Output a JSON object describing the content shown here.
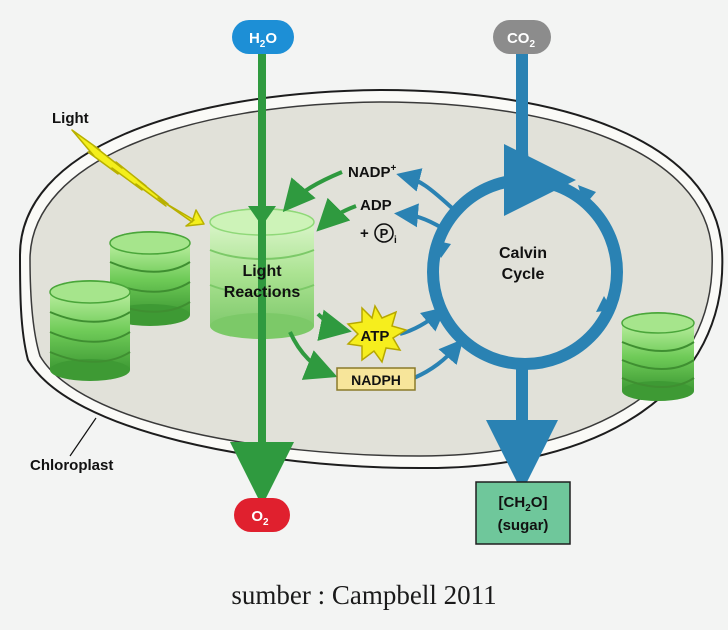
{
  "diagram": {
    "inputs": {
      "water": {
        "main": "H",
        "sub": "2",
        "tail": "O"
      },
      "carbon_dioxide": {
        "main": "CO",
        "sub": "2",
        "tail": ""
      }
    },
    "outputs": {
      "oxygen": {
        "main": "O",
        "sub": "2",
        "tail": ""
      },
      "sugar": {
        "line1_pre": "[CH",
        "line1_sub": "2",
        "line1_post": "O]",
        "line2": "(sugar)"
      }
    },
    "labels": {
      "light": "Light",
      "chloroplast": "Chloroplast",
      "light_reactions_line1": "Light",
      "light_reactions_line2": "Reactions",
      "calvin_line1": "Calvin",
      "calvin_line2": "Cycle",
      "nadp_plus": {
        "main": "NADP",
        "sup": "+"
      },
      "adp": "ADP",
      "pi": {
        "prefix": "+",
        "letter": "P",
        "sub": "i"
      },
      "atp": "ATP",
      "nadph": "NADPH"
    },
    "colors": {
      "green_arrow": "#2f9a3f",
      "blue_arrow": "#2a82b3",
      "chloroplast_fill": "#e1e1d9",
      "thylakoid_green": "#7ed36b",
      "water_node": "#1d8fd6",
      "co2_node": "#8c8c8c",
      "oxygen_node": "#e0202e",
      "atp_burst": "#f6ee1d",
      "nadph_box": "#f7e59a",
      "sugar_box": "#6fc79b",
      "light_bolt": "#f4ef1c"
    }
  },
  "caption": "sumber : Campbell 2011"
}
